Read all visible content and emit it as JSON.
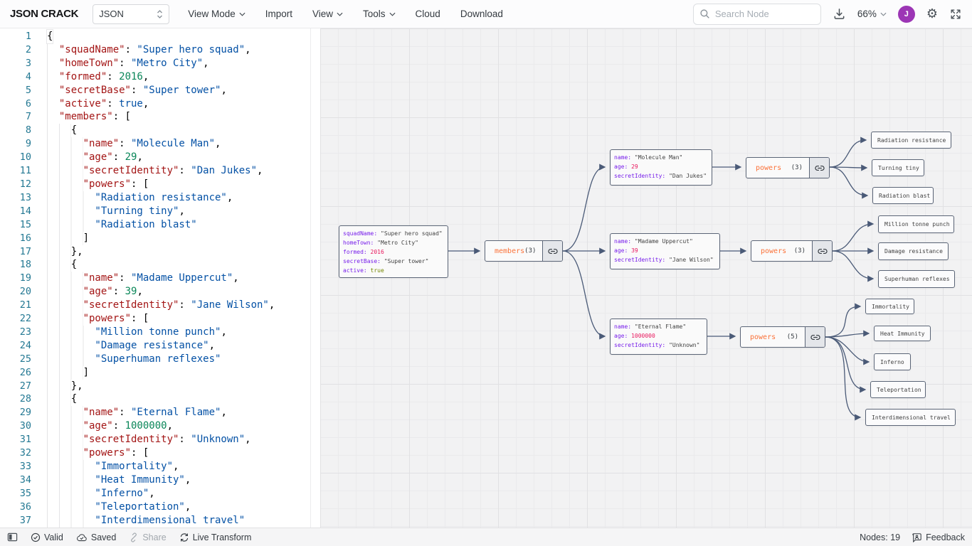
{
  "header": {
    "logo": "JSON CRACK",
    "format_select": {
      "value": "JSON"
    },
    "menus": [
      {
        "label": "View Mode"
      },
      {
        "label": "Import"
      },
      {
        "label": "View"
      },
      {
        "label": "Tools"
      },
      {
        "label": "Cloud"
      },
      {
        "label": "Download"
      }
    ],
    "search": {
      "placeholder": "Search Node"
    },
    "zoom_level": "66%",
    "avatar_initial": "J"
  },
  "editor": {
    "lines": [
      {
        "n": 1,
        "ind": 0,
        "t": [
          [
            "p",
            "{"
          ]
        ]
      },
      {
        "n": 2,
        "ind": 2,
        "t": [
          [
            "k",
            "\"squadName\""
          ],
          [
            "p",
            ": "
          ],
          [
            "s",
            "\"Super hero squad\""
          ],
          [
            "p",
            ","
          ]
        ]
      },
      {
        "n": 3,
        "ind": 2,
        "t": [
          [
            "k",
            "\"homeTown\""
          ],
          [
            "p",
            ": "
          ],
          [
            "s",
            "\"Metro City\""
          ],
          [
            "p",
            ","
          ]
        ]
      },
      {
        "n": 4,
        "ind": 2,
        "t": [
          [
            "k",
            "\"formed\""
          ],
          [
            "p",
            ": "
          ],
          [
            "n",
            "2016"
          ],
          [
            "p",
            ","
          ]
        ]
      },
      {
        "n": 5,
        "ind": 2,
        "t": [
          [
            "k",
            "\"secretBase\""
          ],
          [
            "p",
            ": "
          ],
          [
            "s",
            "\"Super tower\""
          ],
          [
            "p",
            ","
          ]
        ]
      },
      {
        "n": 6,
        "ind": 2,
        "t": [
          [
            "k",
            "\"active\""
          ],
          [
            "p",
            ": "
          ],
          [
            "b",
            "true"
          ],
          [
            "p",
            ","
          ]
        ]
      },
      {
        "n": 7,
        "ind": 2,
        "t": [
          [
            "k",
            "\"members\""
          ],
          [
            "p",
            ": ["
          ]
        ]
      },
      {
        "n": 8,
        "ind": 4,
        "t": [
          [
            "p",
            "{"
          ]
        ]
      },
      {
        "n": 9,
        "ind": 6,
        "t": [
          [
            "k",
            "\"name\""
          ],
          [
            "p",
            ": "
          ],
          [
            "s",
            "\"Molecule Man\""
          ],
          [
            "p",
            ","
          ]
        ]
      },
      {
        "n": 10,
        "ind": 6,
        "t": [
          [
            "k",
            "\"age\""
          ],
          [
            "p",
            ": "
          ],
          [
            "n",
            "29"
          ],
          [
            "p",
            ","
          ]
        ]
      },
      {
        "n": 11,
        "ind": 6,
        "t": [
          [
            "k",
            "\"secretIdentity\""
          ],
          [
            "p",
            ": "
          ],
          [
            "s",
            "\"Dan Jukes\""
          ],
          [
            "p",
            ","
          ]
        ]
      },
      {
        "n": 12,
        "ind": 6,
        "t": [
          [
            "k",
            "\"powers\""
          ],
          [
            "p",
            ": ["
          ]
        ]
      },
      {
        "n": 13,
        "ind": 8,
        "t": [
          [
            "s",
            "\"Radiation resistance\""
          ],
          [
            "p",
            ","
          ]
        ]
      },
      {
        "n": 14,
        "ind": 8,
        "t": [
          [
            "s",
            "\"Turning tiny\""
          ],
          [
            "p",
            ","
          ]
        ]
      },
      {
        "n": 15,
        "ind": 8,
        "t": [
          [
            "s",
            "\"Radiation blast\""
          ]
        ]
      },
      {
        "n": 16,
        "ind": 6,
        "t": [
          [
            "p",
            "]"
          ]
        ]
      },
      {
        "n": 17,
        "ind": 4,
        "t": [
          [
            "p",
            "},"
          ]
        ]
      },
      {
        "n": 18,
        "ind": 4,
        "t": [
          [
            "p",
            "{"
          ]
        ]
      },
      {
        "n": 19,
        "ind": 6,
        "t": [
          [
            "k",
            "\"name\""
          ],
          [
            "p",
            ": "
          ],
          [
            "s",
            "\"Madame Uppercut\""
          ],
          [
            "p",
            ","
          ]
        ]
      },
      {
        "n": 20,
        "ind": 6,
        "t": [
          [
            "k",
            "\"age\""
          ],
          [
            "p",
            ": "
          ],
          [
            "n",
            "39"
          ],
          [
            "p",
            ","
          ]
        ]
      },
      {
        "n": 21,
        "ind": 6,
        "t": [
          [
            "k",
            "\"secretIdentity\""
          ],
          [
            "p",
            ": "
          ],
          [
            "s",
            "\"Jane Wilson\""
          ],
          [
            "p",
            ","
          ]
        ]
      },
      {
        "n": 22,
        "ind": 6,
        "t": [
          [
            "k",
            "\"powers\""
          ],
          [
            "p",
            ": ["
          ]
        ]
      },
      {
        "n": 23,
        "ind": 8,
        "t": [
          [
            "s",
            "\"Million tonne punch\""
          ],
          [
            "p",
            ","
          ]
        ]
      },
      {
        "n": 24,
        "ind": 8,
        "t": [
          [
            "s",
            "\"Damage resistance\""
          ],
          [
            "p",
            ","
          ]
        ]
      },
      {
        "n": 25,
        "ind": 8,
        "t": [
          [
            "s",
            "\"Superhuman reflexes\""
          ]
        ]
      },
      {
        "n": 26,
        "ind": 6,
        "t": [
          [
            "p",
            "]"
          ]
        ]
      },
      {
        "n": 27,
        "ind": 4,
        "t": [
          [
            "p",
            "},"
          ]
        ]
      },
      {
        "n": 28,
        "ind": 4,
        "t": [
          [
            "p",
            "{"
          ]
        ]
      },
      {
        "n": 29,
        "ind": 6,
        "t": [
          [
            "k",
            "\"name\""
          ],
          [
            "p",
            ": "
          ],
          [
            "s",
            "\"Eternal Flame\""
          ],
          [
            "p",
            ","
          ]
        ]
      },
      {
        "n": 30,
        "ind": 6,
        "t": [
          [
            "k",
            "\"age\""
          ],
          [
            "p",
            ": "
          ],
          [
            "n",
            "1000000"
          ],
          [
            "p",
            ","
          ]
        ]
      },
      {
        "n": 31,
        "ind": 6,
        "t": [
          [
            "k",
            "\"secretIdentity\""
          ],
          [
            "p",
            ": "
          ],
          [
            "s",
            "\"Unknown\""
          ],
          [
            "p",
            ","
          ]
        ]
      },
      {
        "n": 32,
        "ind": 6,
        "t": [
          [
            "k",
            "\"powers\""
          ],
          [
            "p",
            ": ["
          ]
        ]
      },
      {
        "n": 33,
        "ind": 8,
        "t": [
          [
            "s",
            "\"Immortality\""
          ],
          [
            "p",
            ","
          ]
        ]
      },
      {
        "n": 34,
        "ind": 8,
        "t": [
          [
            "s",
            "\"Heat Immunity\""
          ],
          [
            "p",
            ","
          ]
        ]
      },
      {
        "n": 35,
        "ind": 8,
        "t": [
          [
            "s",
            "\"Inferno\""
          ],
          [
            "p",
            ","
          ]
        ]
      },
      {
        "n": 36,
        "ind": 8,
        "t": [
          [
            "s",
            "\"Teleportation\""
          ],
          [
            "p",
            ","
          ]
        ]
      },
      {
        "n": 37,
        "ind": 8,
        "t": [
          [
            "s",
            "\"Interdimensional travel\""
          ]
        ]
      }
    ]
  },
  "graph": {
    "root": {
      "rows": [
        {
          "k": "squadName:",
          "v": "\"Super hero squad\""
        },
        {
          "k": "homeTown:",
          "v": "\"Metro City\""
        },
        {
          "k": "formed:",
          "v": "2016"
        },
        {
          "k": "secretBase:",
          "v": "\"Super tower\""
        },
        {
          "k": "active:",
          "v": "true"
        }
      ]
    },
    "members": {
      "label": "members",
      "count": "(3)"
    },
    "member1": {
      "rows": [
        {
          "k": "name:",
          "v": "\"Molecule Man\""
        },
        {
          "k": "age:",
          "v": "29"
        },
        {
          "k": "secretIdentity:",
          "v": "\"Dan Jukes\""
        }
      ]
    },
    "member2": {
      "rows": [
        {
          "k": "name:",
          "v": "\"Madame Uppercut\""
        },
        {
          "k": "age:",
          "v": "39"
        },
        {
          "k": "secretIdentity:",
          "v": "\"Jane Wilson\""
        }
      ]
    },
    "member3": {
      "rows": [
        {
          "k": "name:",
          "v": "\"Eternal Flame\""
        },
        {
          "k": "age:",
          "v": "1000000"
        },
        {
          "k": "secretIdentity:",
          "v": "\"Unknown\""
        }
      ]
    },
    "powers1": {
      "label": "powers",
      "count": "(3)",
      "items": [
        "Radiation resistance",
        "Turning tiny",
        "Radiation blast"
      ]
    },
    "powers2": {
      "label": "powers",
      "count": "(3)",
      "items": [
        "Million tonne punch",
        "Damage resistance",
        "Superhuman reflexes"
      ]
    },
    "powers3": {
      "label": "powers",
      "count": "(5)",
      "items": [
        "Immortality",
        "Heat Immunity",
        "Inferno",
        "Teleportation",
        "Interdimensional travel"
      ]
    }
  },
  "statusbar": {
    "valid": "Valid",
    "saved": "Saved",
    "share": "Share",
    "live_transform": "Live Transform",
    "nodes_count": "Nodes: 19",
    "feedback": "Feedback"
  },
  "colors": {
    "accent_parent_array": "#fb7239",
    "node_key": "#761cea",
    "node_number": "#e8175d",
    "node_bool_true": "#748700",
    "editor_key": "#a31515",
    "editor_string": "#0451a5",
    "editor_number": "#098658",
    "avatar_bg": "#9c36b5",
    "edge": "#4a5a77"
  }
}
